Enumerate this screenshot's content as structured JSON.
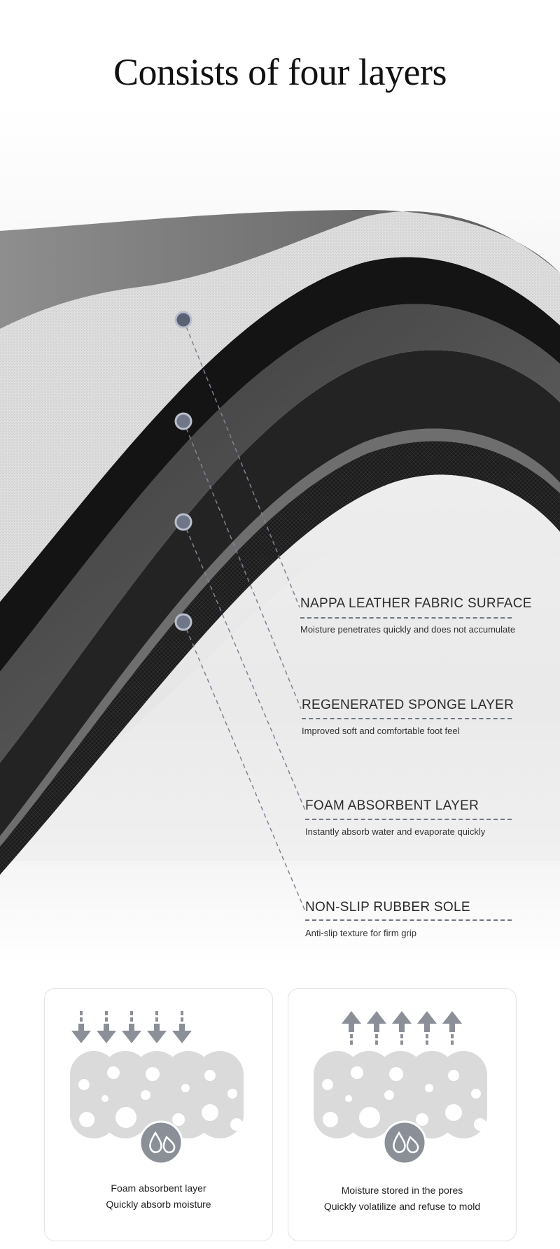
{
  "page_title": "Consists of four layers",
  "layers": [
    {
      "name": "NAPPA LEATHER FABRIC SURFACE",
      "description": "Moisture penetrates quickly and does not accumulate"
    },
    {
      "name": "REGENERATED SPONGE LAYER",
      "description": "Improved soft and comfortable foot feel"
    },
    {
      "name": "FOAM ABSORBENT LAYER",
      "description": "Instantly absorb water and evaporate quickly"
    },
    {
      "name": "NON-SLIP RUBBER SOLE",
      "description": "Anti-slip texture for firm grip"
    }
  ],
  "cards": [
    {
      "icon": "arrows-down-into-foam-icon",
      "line1": "Foam absorbent layer",
      "line2": "Quickly absorb moisture"
    },
    {
      "icon": "arrows-up-out-of-foam-icon",
      "line1": "Moisture stored in the pores",
      "line2": "Quickly volatilize and refuse to mold"
    }
  ],
  "colors": {
    "accent_line": "#6f7685",
    "icon_gray": "#8a8f98",
    "foam_gray": "#dadada",
    "layer_dark": "#1c1c1c"
  }
}
